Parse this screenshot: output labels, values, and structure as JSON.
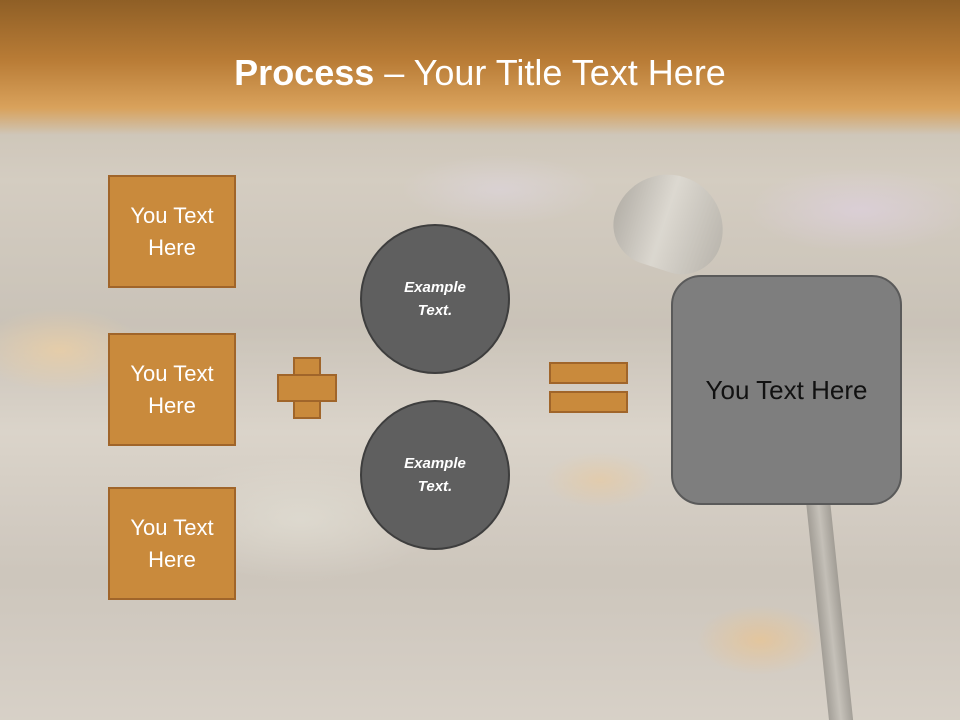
{
  "slide": {
    "title_bold": "Process",
    "title_rest": " – Your Title Text Here",
    "boxes": [
      "You Text Here",
      "You Text Here",
      "You Text Here"
    ],
    "circles": [
      "Example Text.",
      "Example Text."
    ],
    "result": "You Text Here"
  },
  "colors": {
    "accent": "#c98a3c",
    "banner": "#b97c36",
    "circle": "#5f5f5f",
    "result_box": "#7e7e7e"
  }
}
